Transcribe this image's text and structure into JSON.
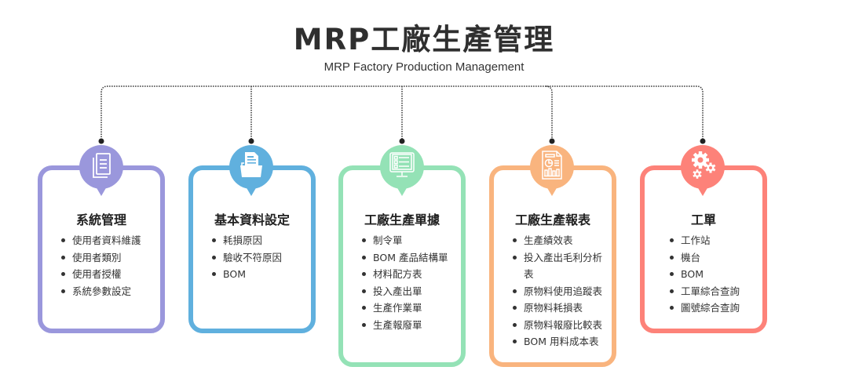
{
  "header": {
    "title": "MRP工廠生產管理",
    "subtitle": "MRP Factory Production Management"
  },
  "modules": [
    {
      "id": "system",
      "title": "系統管理",
      "icon": "document-icon",
      "color": "#9a97dc",
      "items": [
        "使用者資料維護",
        "使用者類別",
        "使用者授權",
        "系統參數設定"
      ]
    },
    {
      "id": "basic-data",
      "title": "基本資料設定",
      "icon": "folder-document-icon",
      "color": "#60b0de",
      "items": [
        "耗損原因",
        "驗收不符原因",
        "BOM"
      ]
    },
    {
      "id": "production-documents",
      "title": "工廠生產單據",
      "icon": "monitor-checklist-icon",
      "color": "#94e2b6",
      "items": [
        "制令單",
        "BOM 產品結構單",
        "材料配方表",
        "投入產出單",
        "生產作業單",
        "生產報廢單"
      ]
    },
    {
      "id": "production-reports",
      "title": "工廠生產報表",
      "icon": "report-chart-icon",
      "color": "#f9b47e",
      "items": [
        "生產績效表",
        "投入產出毛利分析表",
        "原物料使用追蹤表",
        "原物料耗損表",
        "原物料報廢比較表",
        "BOM 用料成本表"
      ]
    },
    {
      "id": "work-order",
      "title": "工單",
      "icon": "gears-icon",
      "color": "#fd8279",
      "items": [
        "工作站",
        "機台",
        "BOM",
        "工單綜合查詢",
        "圖號綜合查詢"
      ]
    }
  ]
}
